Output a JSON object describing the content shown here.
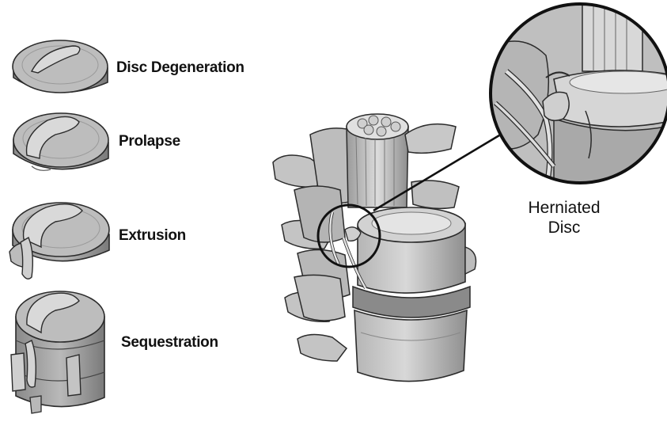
{
  "stages": [
    {
      "id": "disc-degeneration",
      "label": "Disc Degeneration"
    },
    {
      "id": "prolapse",
      "label": "Prolapse"
    },
    {
      "id": "extrusion",
      "label": "Extrusion"
    },
    {
      "id": "sequestration",
      "label": "Sequestration"
    }
  ],
  "callout": {
    "line1": "Herniated",
    "line2": "Disc"
  },
  "colors": {
    "tissue_light": "#c9c9c9",
    "tissue_mid": "#a4a4a4",
    "tissue_dark": "#6a6a6a",
    "outline": "#2b2b2b",
    "nucleus": "#d7d7d7"
  }
}
